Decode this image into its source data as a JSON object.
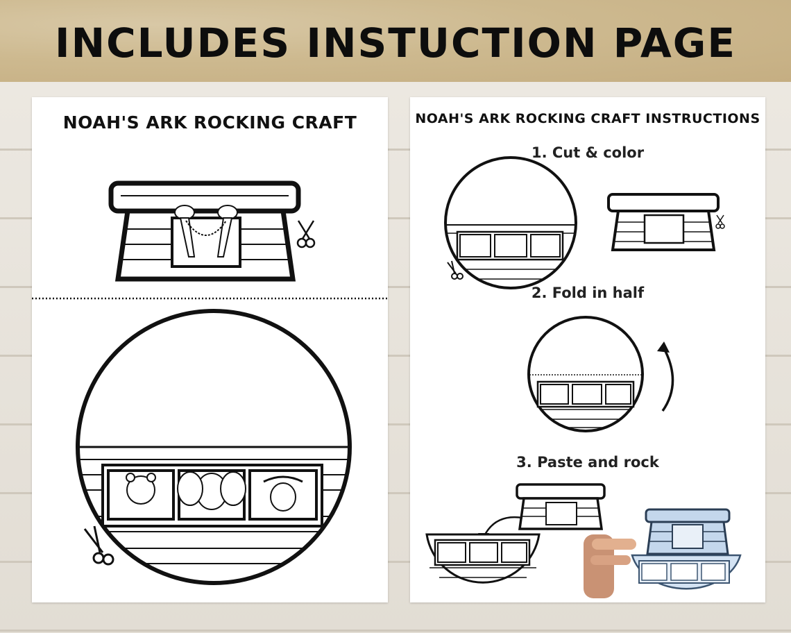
{
  "banner": {
    "title": "INCLUDES INSTUCTION PAGE"
  },
  "template_page": {
    "title": "NOAH'S ARK ROCKING CRAFT"
  },
  "instruction_page": {
    "title": "NOAH'S ARK ROCKING CRAFT INSTRUCTIONS",
    "steps": [
      "1. Cut & color",
      "2. Fold in half",
      "3. Paste and rock"
    ]
  },
  "icons": [
    "scissors-icon",
    "curved-arrow-icon"
  ],
  "colors": {
    "banner": "#c9b48a",
    "board": "#e6e1d8",
    "ink": "#111111",
    "rocker_tint": "#d4e3f3"
  }
}
